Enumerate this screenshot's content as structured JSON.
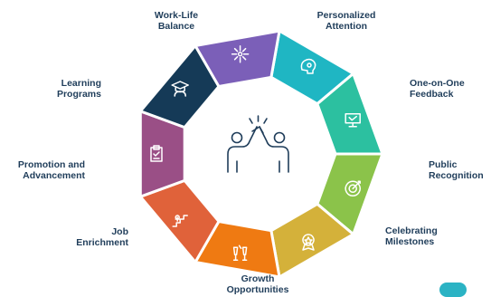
{
  "segments": [
    {
      "id": "work-life-balance",
      "color": "#1fb6c3",
      "icon": "brain-gear-icon",
      "label_lines": [
        "Work-Life",
        "Balance"
      ]
    },
    {
      "id": "personalized-attention",
      "color": "#2cc0a0",
      "icon": "presentation-icon",
      "label_lines": [
        "Personalized",
        "Attention"
      ]
    },
    {
      "id": "one-on-one-feedback",
      "color": "#8bc34a",
      "icon": "target-icon",
      "label_lines": [
        "One-on-One",
        "Feedback"
      ]
    },
    {
      "id": "public-recognition",
      "color": "#d4b13a",
      "icon": "award-icon",
      "label_lines": [
        "Public",
        "Recognition"
      ]
    },
    {
      "id": "celebrating-milestones",
      "color": "#ef7a12",
      "icon": "champagne-icon",
      "label_lines": [
        "Celebrating",
        "Milestones"
      ]
    },
    {
      "id": "growth-opportunities",
      "color": "#e0623a",
      "icon": "stairs-icon",
      "label_lines": [
        "Growth",
        "Opportunities"
      ]
    },
    {
      "id": "job-enrichment",
      "color": "#9a4f86",
      "icon": "clipboard-icon",
      "label_lines": [
        "Job",
        "Enrichment"
      ]
    },
    {
      "id": "promotion-and-advancement",
      "color": "#153a57",
      "icon": "graduate-icon",
      "label_lines": [
        "Promotion and",
        "Advancement"
      ]
    },
    {
      "id": "learning-programs",
      "color": "#7b5fb8",
      "icon": "network-icon",
      "label_lines": [
        "Learning",
        "Programs"
      ]
    }
  ],
  "center_icon": "high-five-icon",
  "colors": {
    "ring_gap": "#ffffff",
    "label_text": "#1f3d5a",
    "center_icon": "#1f3d5a"
  }
}
